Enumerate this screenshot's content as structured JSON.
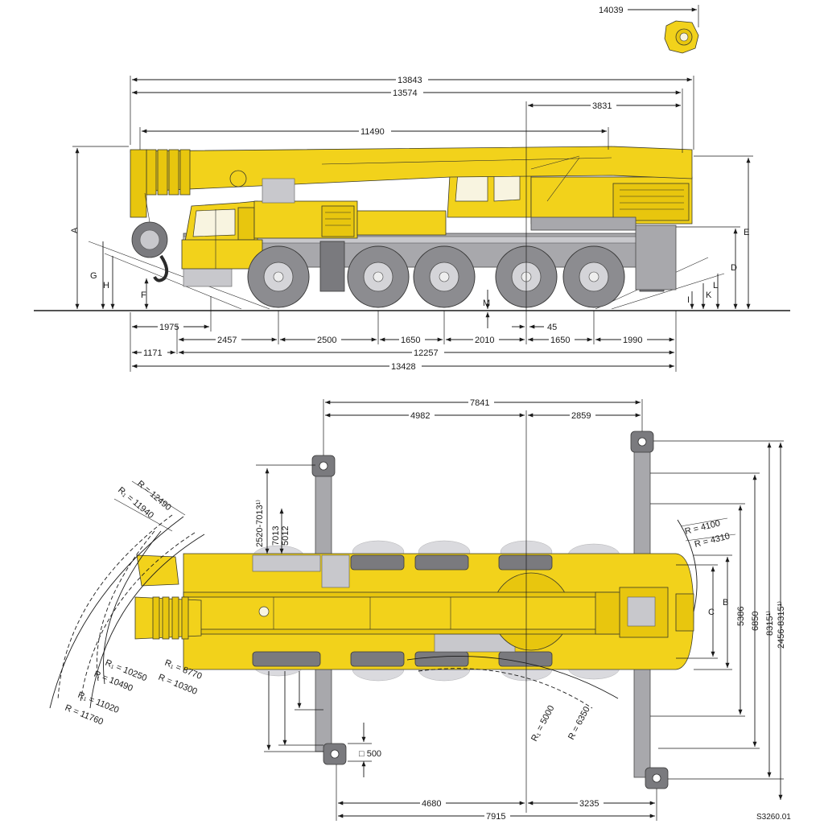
{
  "drawing_id": "S3260.01",
  "side_view": {
    "dims": {
      "d14039": "14039",
      "d13843": "13843",
      "d13574": "13574",
      "d3831": "3831",
      "d11490": "11490",
      "d1975": "1975",
      "d45": "45",
      "d2457": "2457",
      "d2500": "2500",
      "d1650a": "1650",
      "d2010": "2010",
      "d1650b": "1650",
      "d1990": "1990",
      "d1171": "1171",
      "d12257": "12257",
      "d13428": "13428"
    },
    "letters": {
      "A": "A",
      "G": "G",
      "H": "H",
      "F": "F",
      "M": "M",
      "D": "D",
      "E": "E",
      "I": "I",
      "K": "K",
      "L": "L"
    }
  },
  "top_view": {
    "dims": {
      "d7841": "7841",
      "d4982": "4982",
      "d2859": "2859",
      "d2520_7013": "2520-7013¹⁾",
      "d7013": "7013",
      "d5012": "5012",
      "d500": "□ 500",
      "d4680": "4680",
      "d3235": "3235",
      "d7915": "7915",
      "C": "C",
      "B": "B",
      "d5386": "5386",
      "d6850": "6850",
      "d8315": "8315¹⁾",
      "d2456_8315": "2456-8315¹⁾"
    },
    "radii": {
      "r12490": "R = 12490",
      "r11940": "R₁ = 11940",
      "r10250": "R₁ = 10250",
      "r10490": "R = 10490",
      "r11020": "R₁ = 11020",
      "r11760": "R = 11760",
      "r8770": "R₁ = 8770",
      "r10300": "R = 10300",
      "r4100": "R = 4100",
      "r4310": "R = 4310",
      "r5000": "R₁ = 5000",
      "r6350": "R = 6350"
    }
  }
}
